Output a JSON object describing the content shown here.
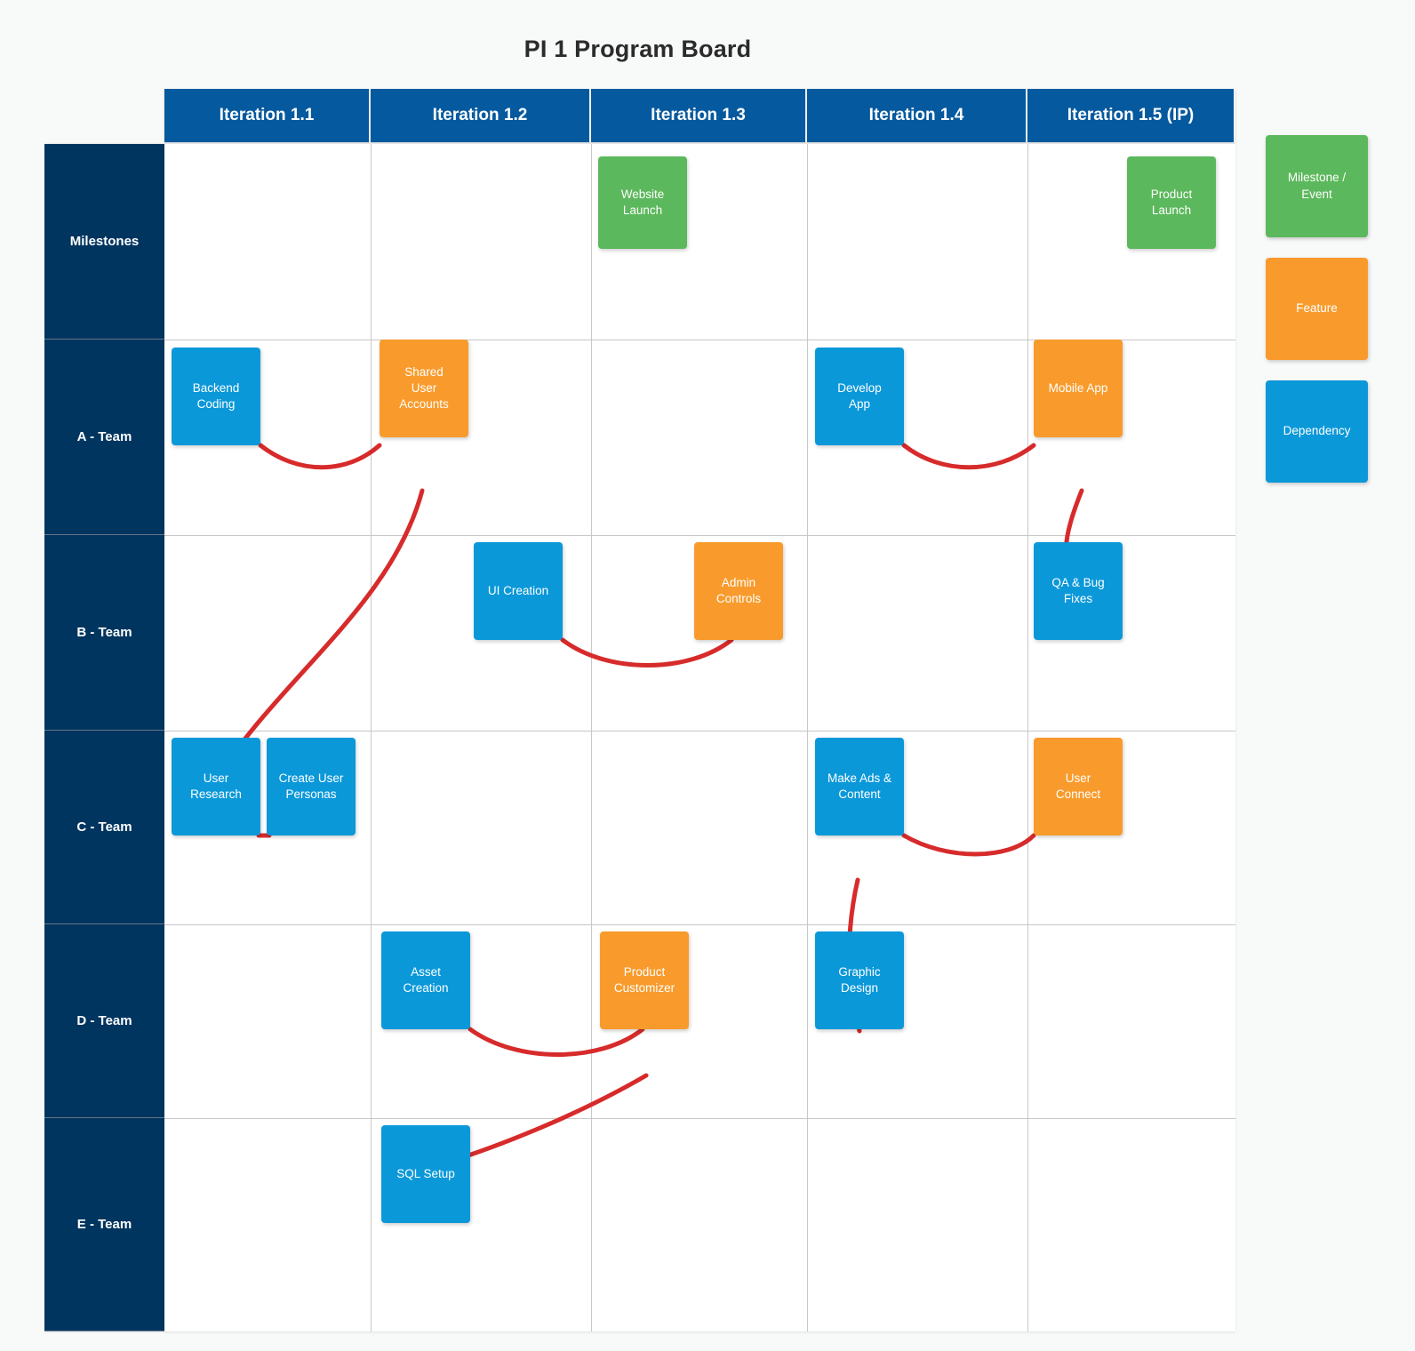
{
  "board": {
    "title": "PI 1 Program Board",
    "columns": [
      {
        "label": "Iteration 1.1"
      },
      {
        "label": "Iteration 1.2"
      },
      {
        "label": "Iteration 1.3"
      },
      {
        "label": "Iteration 1.4"
      },
      {
        "label": "Iteration 1.5 (IP)"
      }
    ],
    "rows": [
      {
        "label": "Milestones"
      },
      {
        "label": "A - Team"
      },
      {
        "label": "B - Team"
      },
      {
        "label": "C - Team"
      },
      {
        "label": "D - Team"
      },
      {
        "label": "E - Team"
      }
    ],
    "cards": [
      {
        "label": "Website\nLaunch",
        "row": "Milestones",
        "column": "Iteration 1.3",
        "type": "milestone",
        "color": "#5cb85c"
      },
      {
        "label": "Product\nLaunch",
        "row": "Milestones",
        "column": "Iteration 1.5 (IP)",
        "type": "milestone",
        "color": "#5cb85c"
      },
      {
        "label": "Backend\nCoding",
        "row": "A - Team",
        "column": "Iteration 1.1",
        "type": "dependency",
        "color": "#0b98d9"
      },
      {
        "label": "Shared\nUser\nAccounts",
        "row": "A - Team",
        "column": "Iteration 1.2",
        "type": "feature",
        "color": "#f89b2c"
      },
      {
        "label": "Develop\nApp",
        "row": "A - Team",
        "column": "Iteration 1.4",
        "type": "dependency",
        "color": "#0b98d9"
      },
      {
        "label": "Mobile App",
        "row": "A - Team",
        "column": "Iteration 1.5 (IP)",
        "type": "feature",
        "color": "#f89b2c"
      },
      {
        "label": "UI Creation",
        "row": "B - Team",
        "column": "Iteration 1.2",
        "type": "dependency",
        "color": "#0b98d9"
      },
      {
        "label": "Admin\nControls",
        "row": "B - Team",
        "column": "Iteration 1.3",
        "type": "feature",
        "color": "#f89b2c"
      },
      {
        "label": "QA & Bug\nFixes",
        "row": "B - Team",
        "column": "Iteration 1.5 (IP)",
        "type": "dependency",
        "color": "#0b98d9"
      },
      {
        "label": "User\nResearch",
        "row": "C - Team",
        "column": "Iteration 1.1",
        "type": "dependency",
        "color": "#0b98d9"
      },
      {
        "label": "Create User\nPersonas",
        "row": "C - Team",
        "column": "Iteration 1.1",
        "type": "dependency",
        "color": "#0b98d9"
      },
      {
        "label": "Make Ads &\nContent",
        "row": "C - Team",
        "column": "Iteration 1.4",
        "type": "dependency",
        "color": "#0b98d9"
      },
      {
        "label": "User\nConnect",
        "row": "C - Team",
        "column": "Iteration 1.5 (IP)",
        "type": "feature",
        "color": "#f89b2c"
      },
      {
        "label": "Asset\nCreation",
        "row": "D - Team",
        "column": "Iteration 1.2",
        "type": "dependency",
        "color": "#0b98d9"
      },
      {
        "label": "Product\nCustomizer",
        "row": "D - Team",
        "column": "Iteration 1.3",
        "type": "feature",
        "color": "#f89b2c"
      },
      {
        "label": "Graphic\nDesign",
        "row": "D - Team",
        "column": "Iteration 1.4",
        "type": "dependency",
        "color": "#0b98d9"
      },
      {
        "label": "SQL Setup",
        "row": "E - Team",
        "column": "Iteration 1.2",
        "type": "dependency",
        "color": "#0b98d9"
      }
    ],
    "dependency_links": [
      {
        "from": "Backend Coding",
        "to": "Shared User Accounts"
      },
      {
        "from": "Shared User Accounts",
        "to": "User Research"
      },
      {
        "from": "Develop App",
        "to": "Mobile App"
      },
      {
        "from": "Mobile App",
        "to": "QA & Bug Fixes"
      },
      {
        "from": "UI Creation",
        "to": "Admin Controls"
      },
      {
        "from": "User Research",
        "to": "Create User Personas"
      },
      {
        "from": "Make Ads & Content",
        "to": "User Connect"
      },
      {
        "from": "Make Ads & Content",
        "to": "Graphic Design"
      },
      {
        "from": "Asset Creation",
        "to": "Product Customizer"
      },
      {
        "from": "Product Customizer",
        "to": "SQL Setup"
      }
    ]
  },
  "legend": {
    "items": [
      {
        "label": "Milestone /\nEvent",
        "type": "milestone",
        "color": "#5cb85c"
      },
      {
        "label": "Feature",
        "type": "feature",
        "color": "#f89b2c"
      },
      {
        "label": "Dependency",
        "type": "dependency",
        "color": "#0b98d9"
      }
    ]
  },
  "colors": {
    "page_background": "#f8f9f9",
    "header_blue": "#05599e",
    "row_label_navy": "#00355f",
    "milestone_green": "#5cb85c",
    "feature_orange": "#f89b2c",
    "dependency_blue": "#0b98d9",
    "connector_red": "#d72b2b",
    "grid_line": "#c8c8c8"
  }
}
